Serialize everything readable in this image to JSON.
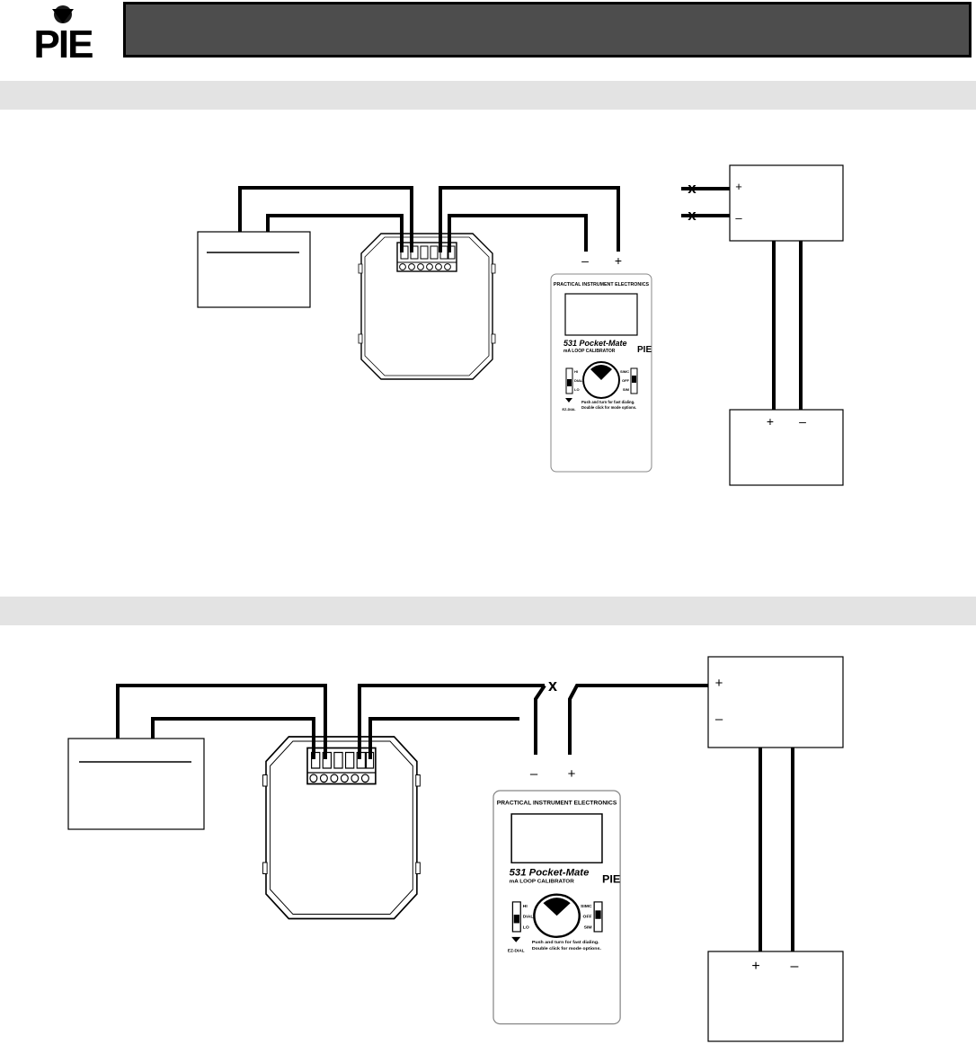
{
  "logo": {
    "text": "PIE"
  },
  "header": {
    "title": ""
  },
  "calibrator": {
    "brand_line": "PRACTICAL INSTRUMENT ELECTRONICS",
    "model": "531 Pocket-Mate",
    "subtitle": "mA LOOP CALIBRATOR",
    "logo": "PIE",
    "left_switch": [
      "HI",
      "DIAL",
      "LO"
    ],
    "right_switch": [
      "SIMC",
      "OFF",
      "SIM"
    ],
    "hint1": "Push and turn for fast dialing.",
    "hint2": "Double click for mode options.",
    "ez_label": "EZ-DIAL"
  },
  "terminals": {
    "minus": "–",
    "plus": "+"
  },
  "break_mark": "x",
  "colors": {
    "wire": "#000000",
    "band": "#e3e3e3",
    "header": "#4d4d4d"
  }
}
